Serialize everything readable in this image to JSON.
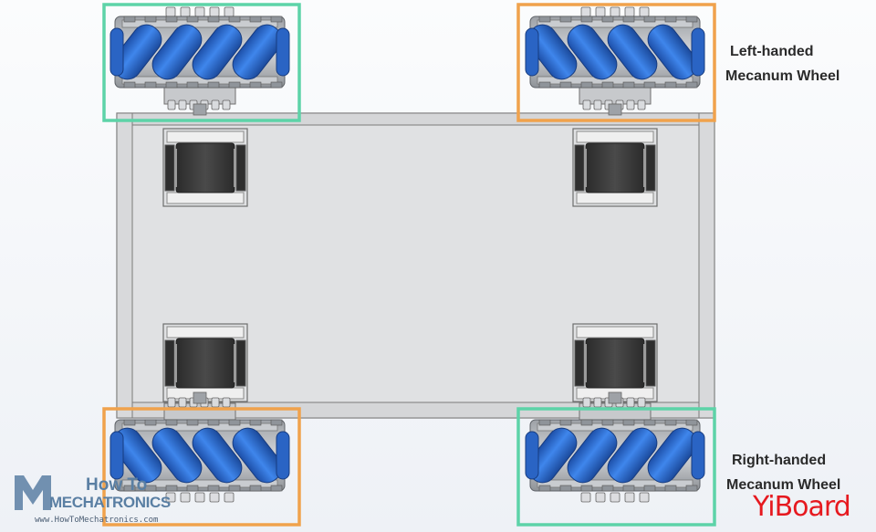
{
  "labels": {
    "left_handed": [
      "Left-handed",
      "Mecanum Wheel"
    ],
    "right_handed": [
      "Right-handed",
      "Mecanum Wheel"
    ]
  },
  "watermarks": {
    "howtomechatronics": {
      "line1": "How To",
      "line2": "MECHATRONICS",
      "url": "www.HowToMechatronics.com"
    },
    "yiboard": "YiBoard"
  },
  "colors": {
    "highlight_green": "#5dd3a8",
    "highlight_orange": "#f0a24c",
    "roller_blue": "#2f6fd6",
    "motor_dark": "#3b3b3b",
    "chassis": "#e2e3e5",
    "chassis_edge": "#6f6f6f",
    "hub_grey": "#b4b7bb",
    "label_text": "#2a2a2a",
    "watermark_blue": "#5a7fa3",
    "watermark_red": "#e6191f"
  },
  "wheels": [
    {
      "id": "top-left",
      "handedness": "right",
      "highlight": "green"
    },
    {
      "id": "top-right",
      "handedness": "left",
      "highlight": "orange"
    },
    {
      "id": "bottom-left",
      "handedness": "left",
      "highlight": "orange"
    },
    {
      "id": "bottom-right",
      "handedness": "right",
      "highlight": "green"
    }
  ]
}
